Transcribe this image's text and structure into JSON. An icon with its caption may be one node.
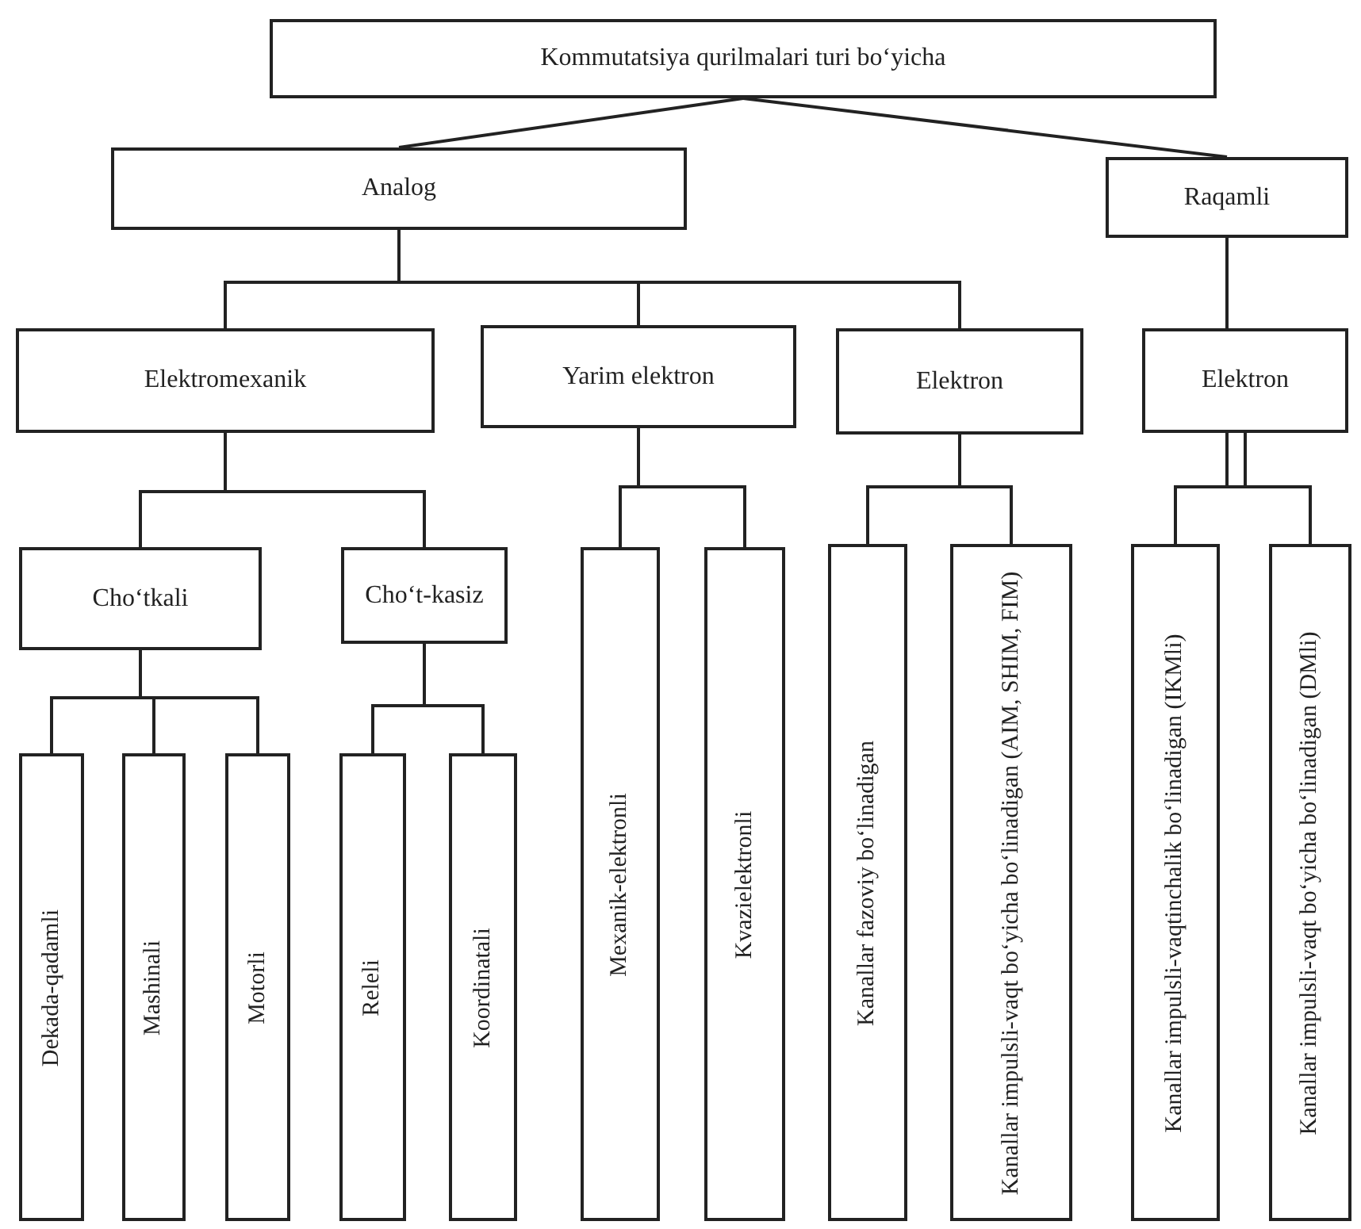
{
  "diagram": {
    "nodes": [
      {
        "text": [
          "Kommutatsiya qurilmalari turi bo‘yicha"
        ]
      },
      {
        "text": [
          "Analog"
        ]
      },
      {
        "text": [
          "Raqamli"
        ]
      },
      {
        "text": [
          "Elektromexanik"
        ]
      },
      {
        "text": [
          "Yarim elektron"
        ]
      },
      {
        "text": [
          "Elektron"
        ]
      },
      {
        "text": [
          "Elektron"
        ]
      },
      {
        "text": [
          "Cho‘tkali"
        ]
      },
      {
        "text": [
          "Cho‘t-kasiz"
        ]
      },
      {
        "text": [
          "Dekada-qadamli"
        ]
      },
      {
        "text": [
          "Mashinali"
        ]
      },
      {
        "text": [
          "Motorli"
        ]
      },
      {
        "text": [
          "Releli"
        ]
      },
      {
        "text": [
          "Koordinatali"
        ]
      },
      {
        "text": [
          "Mexanik-elektronli"
        ]
      },
      {
        "text": [
          "Kvazielektronli"
        ]
      },
      {
        "text": [
          "Kanallar fazoviy bo‘linadigan"
        ]
      },
      {
        "text": [
          "Kanallar impulsli-vaqt bo‘yicha bo‘linadigan (AIM, SHIM, FIM)"
        ]
      },
      {
        "text": [
          "Kanallar impulsli-vaqtinchalik bo‘linadigan (IKMli)"
        ]
      },
      {
        "text": [
          "Kanallar impulsli-vaqt bo‘yicha bo‘linadigan (DMli)"
        ]
      }
    ],
    "edges": [
      {
        "from": 0,
        "to": 1,
        "arrow": "none"
      },
      {
        "from": 0,
        "to": 2,
        "arrow": "none"
      },
      {
        "from": 1,
        "to": 3,
        "arrow": "none"
      },
      {
        "from": 1,
        "to": 4,
        "arrow": "none"
      },
      {
        "from": 1,
        "to": 5,
        "arrow": "none"
      },
      {
        "from": 2,
        "to": 6,
        "arrow": "none"
      },
      {
        "from": 3,
        "to": 7,
        "arrow": "none"
      },
      {
        "from": 3,
        "to": 8,
        "arrow": "none"
      },
      {
        "from": 4,
        "to": 14,
        "arrow": "none"
      },
      {
        "from": 4,
        "to": 15,
        "arrow": "none"
      },
      {
        "from": 5,
        "to": 16,
        "arrow": "none"
      },
      {
        "from": 5,
        "to": 17,
        "arrow": "none"
      },
      {
        "from": 6,
        "to": 18,
        "arrow": "none"
      },
      {
        "from": 6,
        "to": 19,
        "arrow": "none"
      },
      {
        "from": 7,
        "to": 9,
        "arrow": "none"
      },
      {
        "from": 7,
        "to": 10,
        "arrow": "none"
      },
      {
        "from": 7,
        "to": 11,
        "arrow": "none"
      },
      {
        "from": 8,
        "to": 12,
        "arrow": "none"
      },
      {
        "from": 8,
        "to": 13,
        "arrow": "none"
      }
    ]
  }
}
